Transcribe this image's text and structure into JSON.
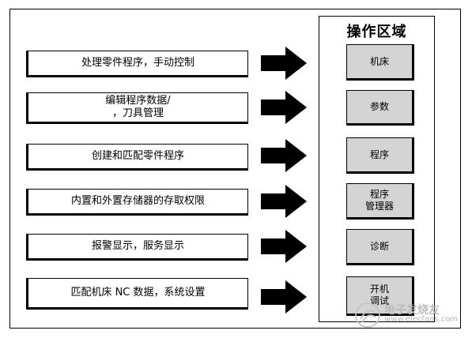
{
  "operation_area": {
    "title": "操作区域",
    "buttons": [
      {
        "label": "机床"
      },
      {
        "label": "参数"
      },
      {
        "label": "程序"
      },
      {
        "label": "程序\n管理器"
      },
      {
        "label": "诊断"
      },
      {
        "label": "开机\n调试"
      }
    ]
  },
  "functions": [
    {
      "label": "处理零件程序，手动控制"
    },
    {
      "label": "编辑程序数据/\n，刀具管理"
    },
    {
      "label": "创建和匹配零件程序"
    },
    {
      "label": "内置和外置存储器的存取权限"
    },
    {
      "label": "报警显示，服务显示"
    },
    {
      "label": "匹配机床 NC 数据，系统设置"
    }
  ],
  "watermark": {
    "name": "电子发烧友",
    "url": "www.elecfans.com"
  },
  "colors": {
    "button_fill": "#d4d4d4",
    "line": "#000000",
    "background": "#ffffff"
  }
}
